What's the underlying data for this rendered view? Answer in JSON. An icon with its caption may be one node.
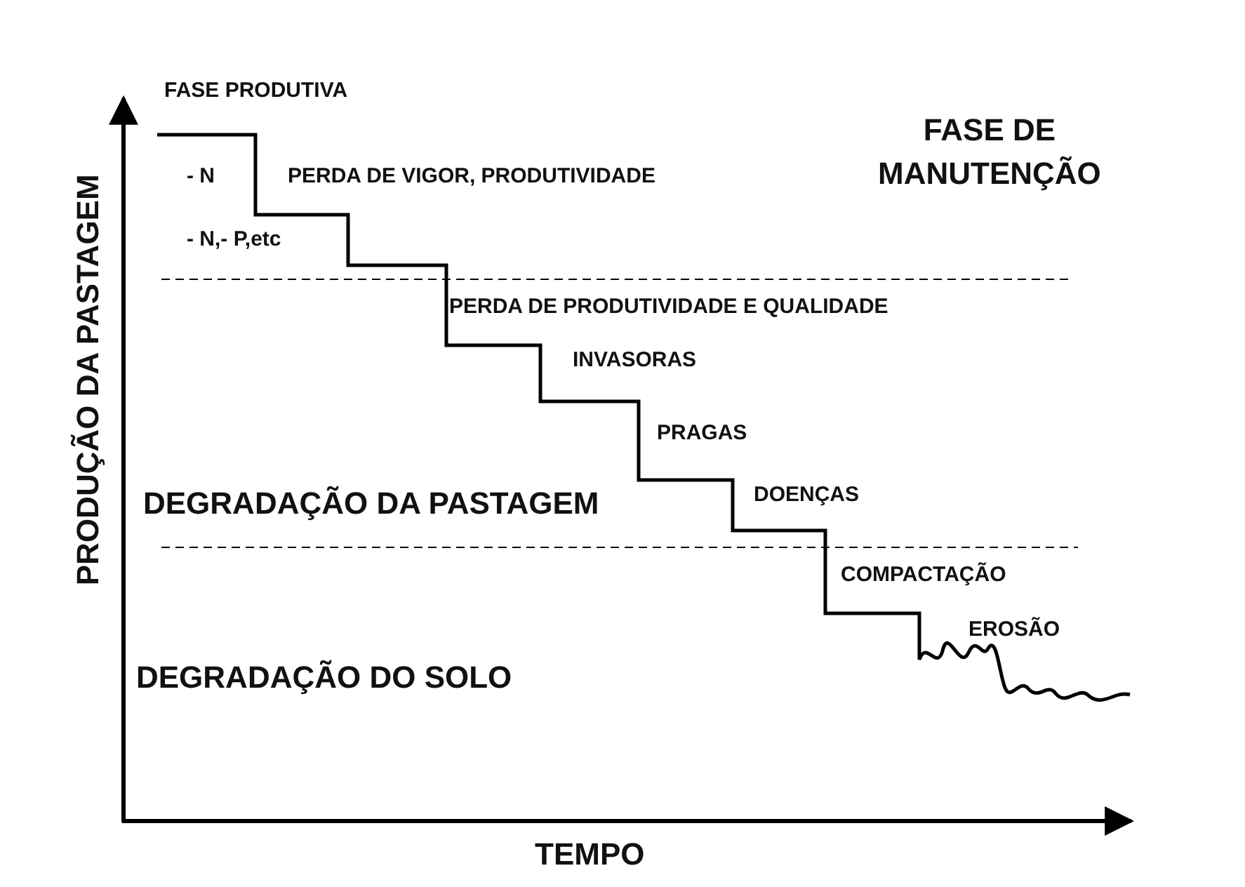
{
  "diagram": {
    "labels": [
      "FASE PRODUTIVA",
      "FASE DE MANUTENÇÃO",
      "- N",
      "PERDA DE VIGOR, PRODUTIVIDADE",
      "- N,- P,etc",
      "PERDA DE PRODUTIVIDADE E QUALIDADE",
      "INVASORAS",
      "PRAGAS",
      "DEGRADAÇÃO DA PASTAGEM",
      "DOENÇAS",
      "COMPACTAÇÃO",
      "EROSÃO",
      "DEGRADAÇÃO DO SOLO",
      "PRODUÇÃO DA PASTAGEM",
      "TEMPO"
    ]
  }
}
